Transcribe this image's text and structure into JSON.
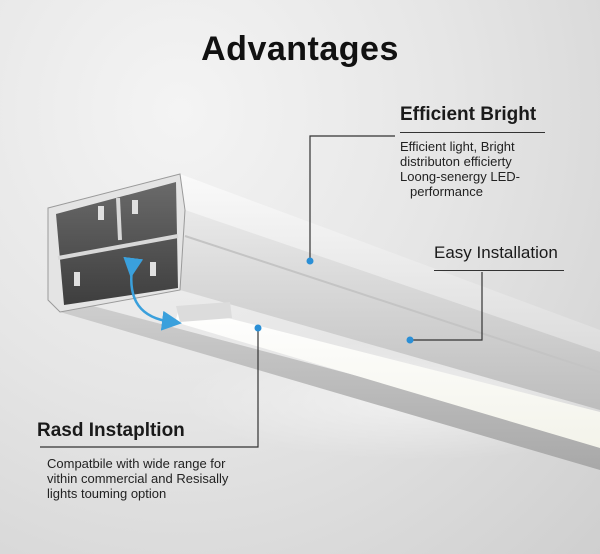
{
  "title": "Advantages",
  "callouts": {
    "efficient": {
      "title": "Efficient Bright",
      "lines": [
        "Efficient light, Bright",
        "distributon efficierty",
        "Loong-senergy LED-",
        "performance"
      ]
    },
    "install": {
      "title": "Easy Installation"
    },
    "rasd": {
      "title": "Rasd Instapltion",
      "lines": [
        "Compatbile with wide range for",
        "vithin commercial and Resisally",
        "lights touming option"
      ]
    }
  },
  "colors": {
    "accent_dot": "#2a8fd6",
    "arrow": "#3aa0dc",
    "leader_line": "#333333",
    "profile_light": "#f0f0f0",
    "profile_shadow": "#a9a9a9"
  }
}
